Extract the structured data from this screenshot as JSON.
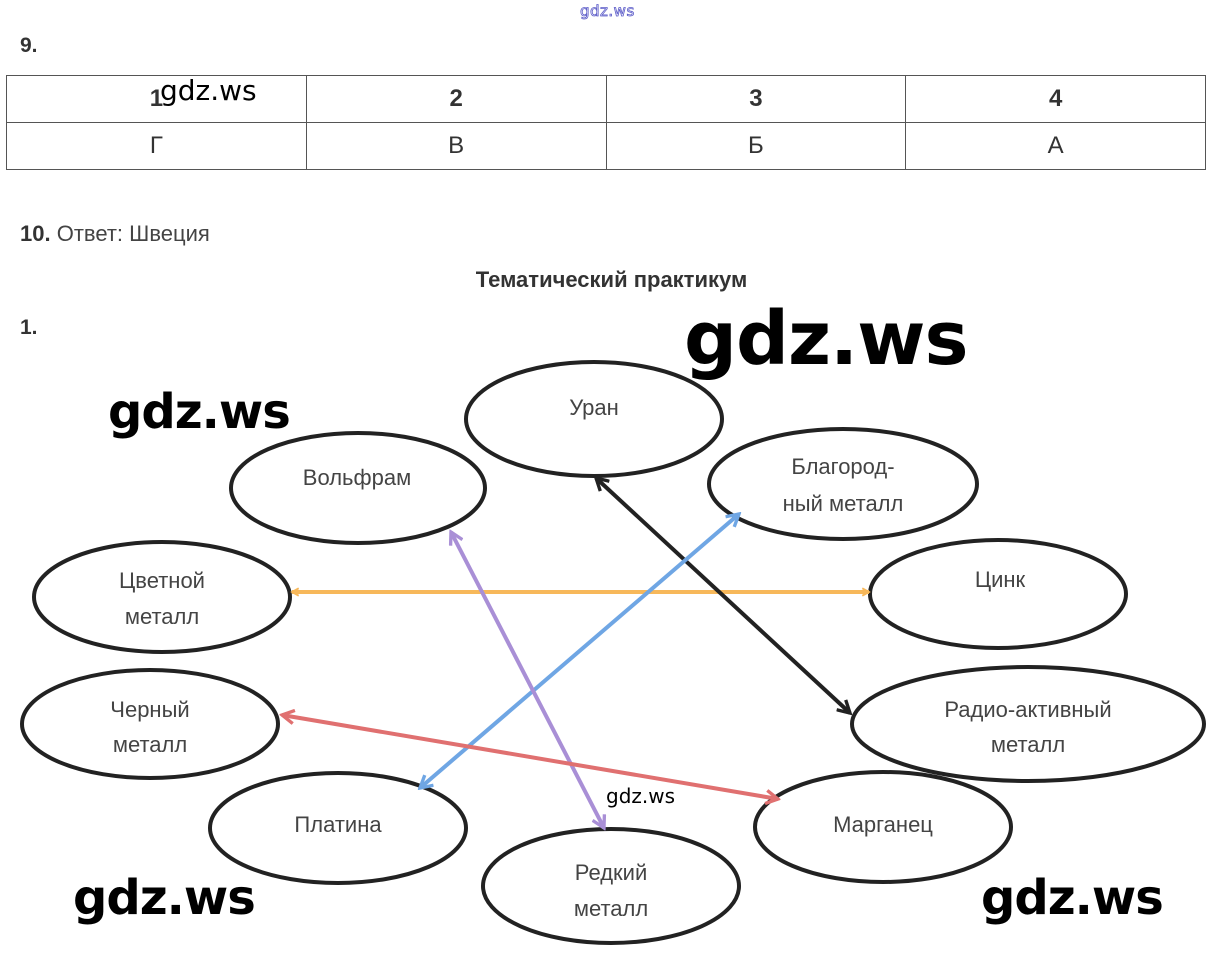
{
  "watermarks": {
    "top_small": "gdz.ws",
    "table_overlay": "gdz.ws",
    "large_right": "gdz.ws",
    "left_upper": "gdz.ws",
    "center_small": "gdz.ws",
    "bottom_left": "gdz.ws",
    "bottom_right": "gdz.ws"
  },
  "task9": {
    "number": "9.",
    "headers": [
      "1",
      "2",
      "3",
      "4"
    ],
    "answers": [
      "Г",
      "В",
      "Б",
      "А"
    ]
  },
  "task10": {
    "number": "10.",
    "text": "Ответ: Швеция"
  },
  "section": {
    "title": "Тематический практикум"
  },
  "task1": {
    "number": "1.",
    "nodes": {
      "uran": [
        "Уран"
      ],
      "volfram": [
        "Вольфрам"
      ],
      "blagorod": [
        "Благород-",
        "ный металл"
      ],
      "tsvetnoy": [
        "Цветной",
        "металл"
      ],
      "tsink": [
        "Цинк"
      ],
      "cherny": [
        "Черный",
        "металл"
      ],
      "radio": [
        "Радио-активный",
        "металл"
      ],
      "platina": [
        "Платина"
      ],
      "marganets": [
        "Марганец"
      ],
      "redkiy": [
        "Редкий",
        "металл"
      ]
    },
    "connections": [
      {
        "from": "tsvetnoy",
        "to": "tsink",
        "color": "#f7b85a"
      },
      {
        "from": "uran",
        "to": "radio",
        "color": "#222222"
      },
      {
        "from": "blagorod",
        "to": "platina",
        "color": "#6fa6e4"
      },
      {
        "from": "volfram",
        "to": "redkiy",
        "color": "#a98fd6"
      },
      {
        "from": "cherny",
        "to": "marganets",
        "color": "#e07070"
      }
    ]
  }
}
